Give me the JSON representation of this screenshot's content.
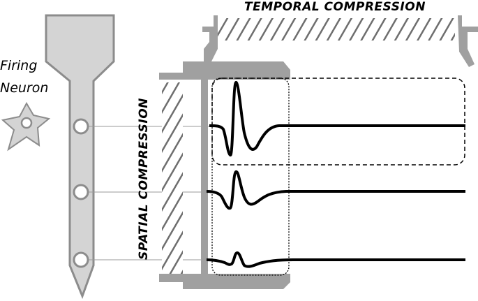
{
  "labels": {
    "neuron_line1": "Firing",
    "neuron_line2": "Neuron",
    "temporal": "TEMPORAL COMPRESSION",
    "spatial": "SPATIAL COMPRESSION"
  },
  "colors": {
    "probe_fill": "#d4d4d4",
    "probe_stroke": "#8c8c8c",
    "bracket": "#a0a0a0",
    "hatch": "#6e6e6e",
    "trace": "#000000"
  },
  "electrode_sites": [
    {
      "name": "electrode-site-1",
      "spike_amplitude": 1.0
    },
    {
      "name": "electrode-site-2",
      "spike_amplitude": 0.55
    },
    {
      "name": "electrode-site-3",
      "spike_amplitude": 0.2
    }
  ]
}
